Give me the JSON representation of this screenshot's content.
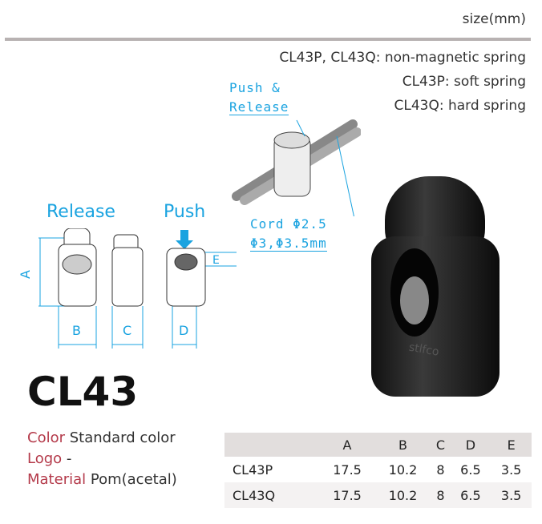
{
  "header": {
    "size_label": "size(mm)"
  },
  "notes": [
    "CL43P, CL43Q: non-magnetic spring",
    "CL43P: soft spring",
    "CL43Q: hard spring"
  ],
  "diagram": {
    "push_release": [
      "Push &",
      "Release"
    ],
    "cord": [
      "Cord Φ2.5",
      "Φ3,Φ3.5mm"
    ],
    "release": "Release",
    "push": "Push",
    "dims": [
      "A",
      "B",
      "C",
      "D",
      "E"
    ],
    "logo": "stlfco"
  },
  "product": {
    "code": "CL43"
  },
  "specs": [
    {
      "key": "Color",
      "value": "Standard color"
    },
    {
      "key": "Logo",
      "value": "-"
    },
    {
      "key": "Material",
      "value": "Pom(acetal)"
    }
  ],
  "table": {
    "headers": [
      "",
      "A",
      "B",
      "C",
      "D",
      "E"
    ],
    "rows": [
      [
        "CL43P",
        "17.5",
        "10.2",
        "8",
        "6.5",
        "3.5"
      ],
      [
        "CL43Q",
        "17.5",
        "10.2",
        "8",
        "6.5",
        "3.5"
      ]
    ]
  },
  "colors": {
    "accent": "#1aa3e0",
    "label": "#b43a4a"
  }
}
